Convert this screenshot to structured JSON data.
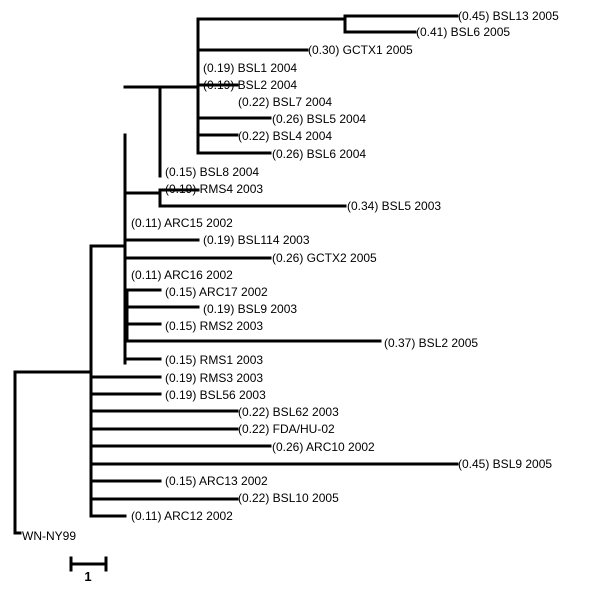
{
  "tree": {
    "taxa": [
      {
        "id": "bsl13-2005",
        "label": "(0.45) BSL13 2005"
      },
      {
        "id": "bsl6-2005",
        "label": "(0.41) BSL6 2005"
      },
      {
        "id": "gctx1-2005",
        "label": "(0.30) GCTX1 2005"
      },
      {
        "id": "bsl1-2004",
        "label": "(0.19) BSL1 2004"
      },
      {
        "id": "bsl2-2004",
        "label": "(0.19) BSL2 2004"
      },
      {
        "id": "bsl7-2004",
        "label": "(0.22) BSL7 2004"
      },
      {
        "id": "bsl5-2004",
        "label": "(0.26) BSL5 2004"
      },
      {
        "id": "bsl4-2004",
        "label": "(0.22) BSL4 2004"
      },
      {
        "id": "bsl6-2004",
        "label": "(0.26) BSL6 2004"
      },
      {
        "id": "bsl8-2004",
        "label": "(0.15) BSL8 2004"
      },
      {
        "id": "rms4-2003",
        "label": "(0.19) RMS4 2003"
      },
      {
        "id": "bsl5-2003",
        "label": "(0.34) BSL5 2003"
      },
      {
        "id": "arc15-2002",
        "label": "(0.11) ARC15 2002"
      },
      {
        "id": "bsl114-2003",
        "label": "(0.19) BSL114 2003"
      },
      {
        "id": "gctx2-2005",
        "label": "(0.26) GCTX2 2005"
      },
      {
        "id": "arc16-2002",
        "label": "(0.11) ARC16 2002"
      },
      {
        "id": "arc17-2002",
        "label": "(0.15) ARC17 2002"
      },
      {
        "id": "bsl9-2003",
        "label": "(0.19) BSL9 2003"
      },
      {
        "id": "rms2-2003",
        "label": "(0.15) RMS2 2003"
      },
      {
        "id": "bsl2-2005",
        "label": "(0.37) BSL2 2005"
      },
      {
        "id": "rms1-2003",
        "label": "(0.15) RMS1 2003"
      },
      {
        "id": "rms3-2003",
        "label": "(0.19) RMS3 2003"
      },
      {
        "id": "bsl56-2003",
        "label": "(0.19) BSL56 2003"
      },
      {
        "id": "bsl62-2003",
        "label": "(0.22) BSL62 2003"
      },
      {
        "id": "fda-hu-02",
        "label": "(0.22) FDA/HU-02"
      },
      {
        "id": "arc10-2002",
        "label": "(0.26) ARC10 2002"
      },
      {
        "id": "bsl9-2005",
        "label": "(0.45) BSL9 2005"
      },
      {
        "id": "arc13-2002",
        "label": "(0.15) ARC13 2002"
      },
      {
        "id": "bsl10-2005",
        "label": "(0.22) BSL10 2005"
      },
      {
        "id": "arc12-2002",
        "label": "(0.11) ARC12 2002"
      },
      {
        "id": "wn-ny99",
        "label": "WN-NY99"
      }
    ],
    "scale_bar_label": "1"
  }
}
